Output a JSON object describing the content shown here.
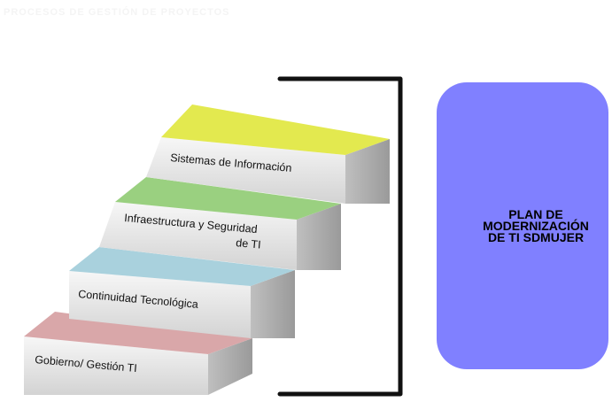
{
  "faded_title": "PROCESOS DE GESTIÓN DE PROYECTOS",
  "steps": [
    {
      "label_lines": [
        "Gobierno/ Gestión TI"
      ],
      "color": "#d9a7a9"
    },
    {
      "label_lines": [
        "Continuidad Tecnológica"
      ],
      "color": "#a9d1dd"
    },
    {
      "label_lines": [
        "Infraestructura y Seguridad",
        "de TI"
      ],
      "color": "#9ad080"
    },
    {
      "label_lines": [
        "Sistemas de Información"
      ],
      "color": "#e3e94f"
    }
  ],
  "bracket_color": "#111111",
  "plan": {
    "lines": [
      "PLAN DE",
      "MODERNIZACIÓN",
      "DE TI SDMUJER"
    ],
    "color": "#8080ff"
  }
}
